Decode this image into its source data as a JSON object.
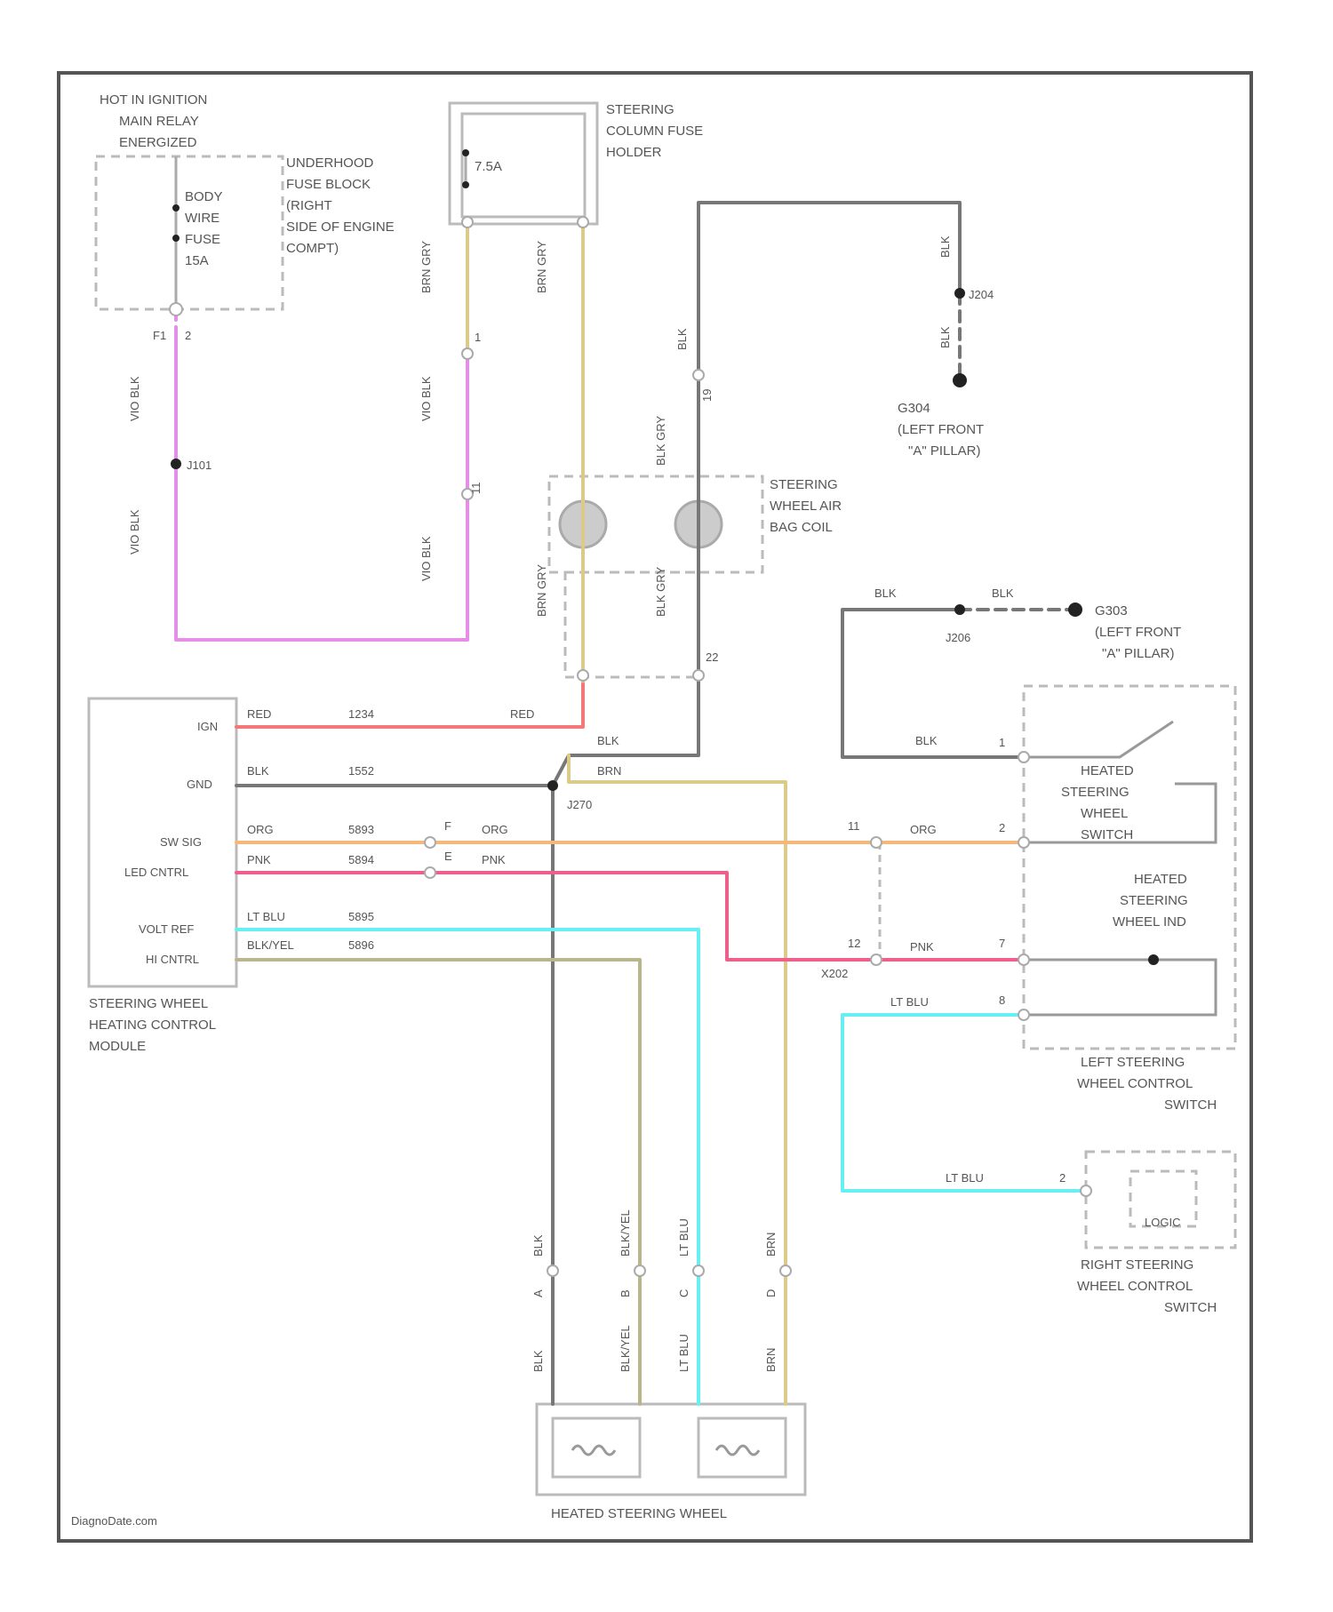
{
  "footer": "DiagnoDate.com",
  "components": {
    "hot_in_ignition": [
      "HOT IN IGNITION",
      "MAIN RELAY",
      "ENERGIZED"
    ],
    "body_fuse": [
      "BODY",
      "WIRE",
      "FUSE",
      "15A"
    ],
    "underhood_fuse_block": [
      "UNDERHOOD",
      "FUSE BLOCK",
      "(RIGHT",
      "SIDE OF ENGINE",
      "COMPT)"
    ],
    "column_fuse": "7.5A",
    "steering_column_fuse_holder": [
      "STEERING",
      "COLUMN FUSE",
      "HOLDER"
    ],
    "g304": [
      "G304",
      "(LEFT FRONT",
      "\"A\" PILLAR)"
    ],
    "g303": [
      "G303",
      "(LEFT FRONT",
      "\"A\" PILLAR)"
    ],
    "air_bag_coil": [
      "STEERING",
      "WHEEL AIR",
      "BAG COIL"
    ],
    "module": [
      "STEERING WHEEL",
      "HEATING CONTROL",
      "MODULE"
    ],
    "module_pins": [
      "IGN",
      "GND",
      "SW SIG",
      "LED CNTRL",
      "VOLT REF",
      "HI CNTRL"
    ],
    "heated_sw_switch": [
      "HEATED",
      "STEERING",
      "WHEEL",
      "SWITCH"
    ],
    "heated_sw_ind": [
      "HEATED",
      "STEERING",
      "WHEEL IND"
    ],
    "left_control_switch": [
      "LEFT STEERING",
      "WHEEL CONTROL",
      "SWITCH"
    ],
    "right_control_switch": [
      "RIGHT STEERING",
      "WHEEL CONTROL",
      "SWITCH"
    ],
    "logic": "LOGIC",
    "heated_steering_wheel": "HEATED STEERING WHEEL"
  },
  "wires": {
    "vio_blk": "VIO BLK",
    "brn_gry": "BRN GRY",
    "blk": "BLK",
    "blk_gry": "BLK GRY",
    "red": "RED",
    "brn": "BRN",
    "org": "ORG",
    "pnk": "PNK",
    "lt_blu": "LT BLU",
    "blk_yel": "BLK/YEL"
  },
  "circuits": {
    "ign": "1234",
    "gnd": "1552",
    "sw_sig": "5893",
    "led": "5894",
    "vref": "5895",
    "hi": "5896"
  },
  "splices": {
    "j101": "J101",
    "j204": "J204",
    "j206": "J206",
    "j270": "J270",
    "x202": "X202"
  },
  "pins": {
    "f1": "F1",
    "f1b": "2",
    "c1": "1",
    "c2": "19",
    "c3": "11",
    "c4": "22",
    "p_f": "F",
    "p_e": "E",
    "p11": "11",
    "p12": "12",
    "s1": "1",
    "s2": "2",
    "s7": "7",
    "s8": "8",
    "r2": "2",
    "a": "A",
    "b": "B",
    "c": "C",
    "d": "D"
  },
  "colors": {
    "vio": "#e58ee8",
    "tan": "#dccb88",
    "gray": "#777777",
    "red": "#f47878",
    "orange": "#f6b878",
    "pink": "#ef5f8c",
    "cyan": "#66f0f4",
    "olive": "#b9b68e"
  }
}
